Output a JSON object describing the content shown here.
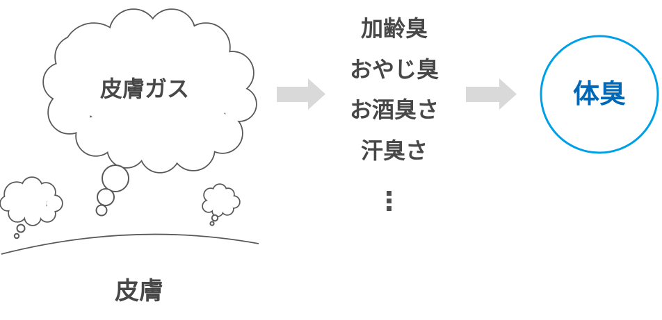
{
  "diagram": {
    "source": {
      "cloud_label": "皮膚ガス",
      "surface_label": "皮膚"
    },
    "odors": {
      "items": [
        "加齢臭",
        "おやじ臭",
        "お酒臭さ",
        "汗臭さ"
      ],
      "more_indicator": "⋮"
    },
    "result": {
      "label": "体臭"
    },
    "colors": {
      "outline_gray": "#595959",
      "text_gray": "#474747",
      "arrow_gray": "#d9d9d9",
      "circle_stroke_blue": "#00a0e9",
      "result_text_blue": "#0068b7"
    }
  }
}
